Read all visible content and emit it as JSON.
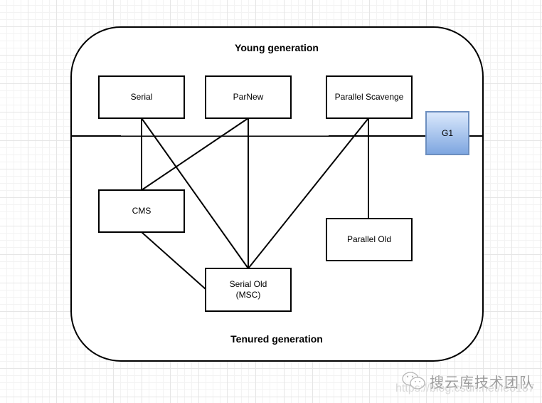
{
  "diagram": {
    "title": "JVM garbage collector combinations",
    "regions": {
      "young_label": "Young generation",
      "tenured_label": "Tenured generation"
    },
    "collectors": {
      "serial": "Serial",
      "parnew": "ParNew",
      "parallel_scavenge": "Parallel Scavenge",
      "g1": "G1",
      "cms": "CMS",
      "parallel_old": "Parallel Old",
      "serial_old": "Serial Old\n(MSC)"
    },
    "connections": [
      [
        "Serial",
        "CMS"
      ],
      [
        "Serial",
        "Serial Old (MSC)"
      ],
      [
        "ParNew",
        "CMS"
      ],
      [
        "ParNew",
        "Serial Old (MSC)"
      ],
      [
        "Parallel Scavenge",
        "Serial Old (MSC)"
      ],
      [
        "Parallel Scavenge",
        "Parallel Old"
      ],
      [
        "CMS",
        "Serial Old (MSC)"
      ]
    ],
    "colors": {
      "g1_fill_top": "#dae8fc",
      "g1_fill_bottom": "#7ea6e0",
      "g1_border": "#6c8ebf"
    }
  },
  "watermark": {
    "icon": "wechat-icon",
    "title": "搜云库技术团队",
    "url": "https://blog.csdn.net/leo187"
  }
}
